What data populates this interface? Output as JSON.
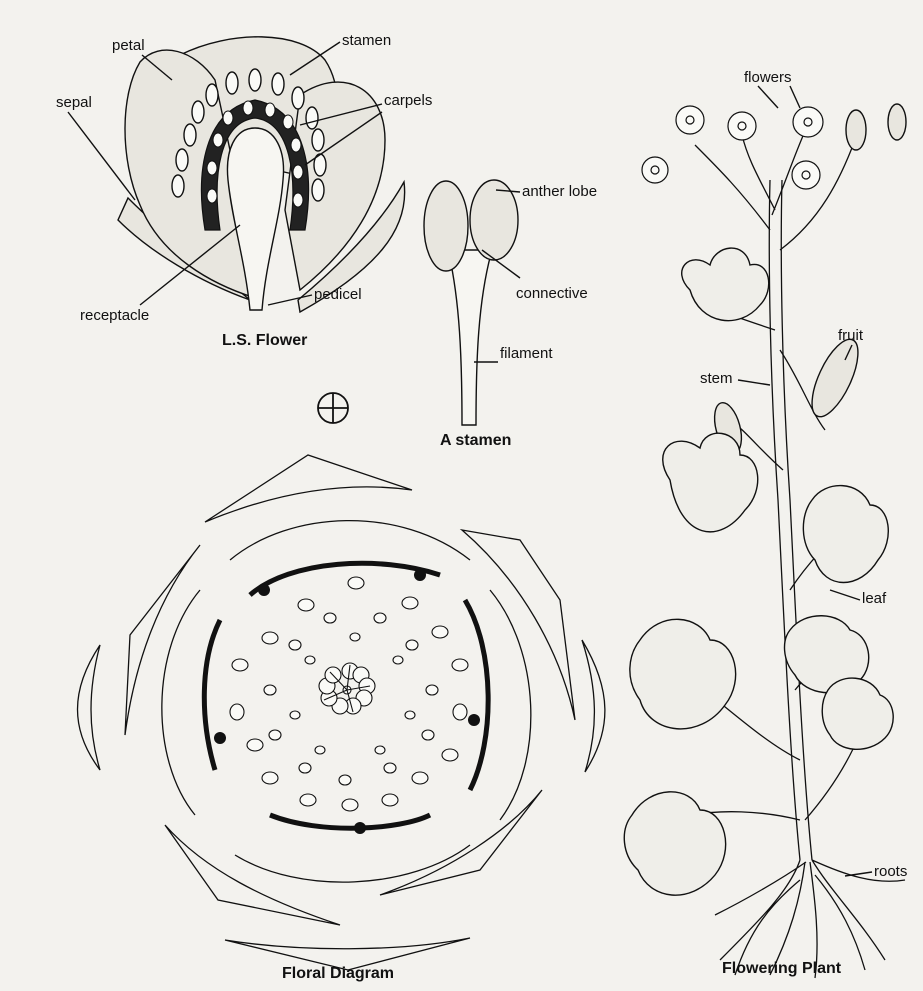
{
  "labels": {
    "petal": "petal",
    "stamen": "stamen",
    "carpels": "carpels",
    "sepal": "sepal",
    "receptacle": "receptacle",
    "pedicel": "pedicel",
    "anther_lobe": "anther lobe",
    "connective": "connective",
    "filament": "filament",
    "flowers": "flowers",
    "fruit": "fruit",
    "stem": "stem",
    "leaf": "leaf",
    "roots": "roots"
  },
  "captions": {
    "ls_flower": "L.S. Flower",
    "a_stamen": "A stamen",
    "floral_diagram": "Floral Diagram",
    "flowering_plant": "Flowering Plant"
  },
  "symbols": {
    "actinomorphic": "⊕"
  }
}
